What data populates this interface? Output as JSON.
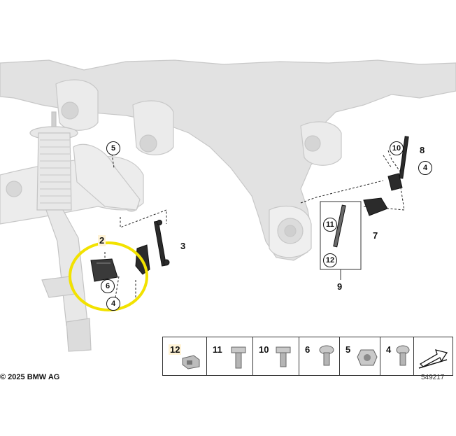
{
  "callouts": {
    "c2": "2",
    "c3": "3",
    "c4a": "4",
    "c4b": "4",
    "c5": "5",
    "c6": "6",
    "c7": "7",
    "c8": "8",
    "c9": "9",
    "c10": "10",
    "c11": "11",
    "c12": "12"
  },
  "legend": {
    "items": [
      {
        "number": "12",
        "icon": "connector-plug-icon"
      },
      {
        "number": "11",
        "icon": "hex-bolt-icon"
      },
      {
        "number": "10",
        "icon": "hex-bolt-icon"
      },
      {
        "number": "6",
        "icon": "torx-screw-icon"
      },
      {
        "number": "5",
        "icon": "hex-nut-icon"
      },
      {
        "number": "4",
        "icon": "torx-screw-icon"
      }
    ],
    "direction_icon": "front-direction-arrow-icon"
  },
  "copyright": "© 2025 BMW AG",
  "diagram_number": "549217",
  "colors": {
    "highlight_circle": "#f2e200",
    "callout_box": "#fff3d6",
    "part_gray": "#d9d9d9"
  }
}
